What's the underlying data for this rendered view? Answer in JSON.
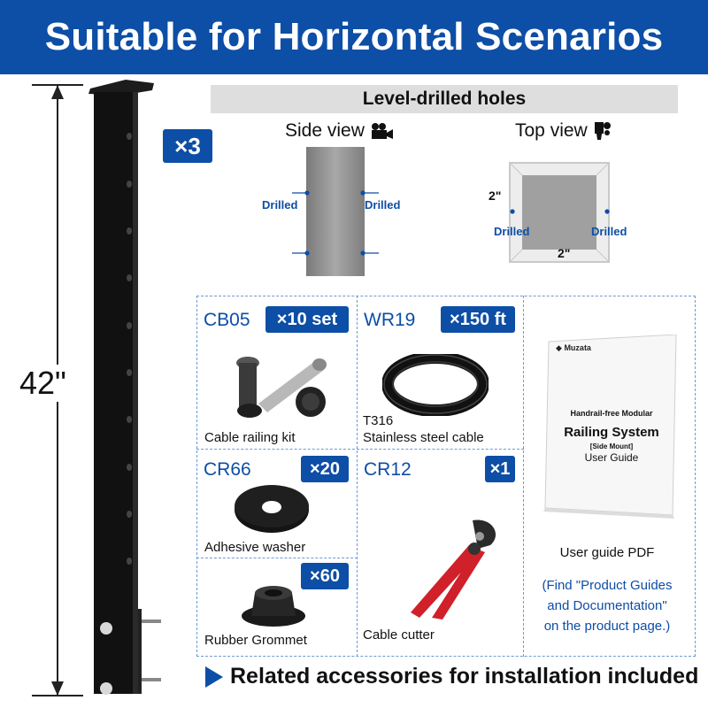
{
  "banner": {
    "title": "Suitable for Horizontal Scenarios"
  },
  "post": {
    "height_label": "42\"",
    "quantity_badge": "×3"
  },
  "holes": {
    "header": "Level-drilled holes",
    "side_view": {
      "title": "Side view",
      "icon": "video-camera-icon",
      "left_label": "Drilled",
      "right_label": "Drilled"
    },
    "top_view": {
      "title": "Top view",
      "icon": "overhead-camera-icon",
      "dim_vertical": "2\"",
      "dim_horizontal": "2\"",
      "left_label": "Drilled",
      "right_label": "Drilled"
    }
  },
  "accessories": [
    {
      "code": "CB05",
      "qty": "×10 set",
      "caption": "Cable railing kit"
    },
    {
      "code": "WR19",
      "qty": "×150 ft",
      "caption_line1": "T316",
      "caption_line2": "Stainless steel cable"
    },
    {
      "code": "CR66",
      "qty": "×20",
      "caption": "Adhesive washer"
    },
    {
      "code": "CR12",
      "qty": "×1",
      "caption": "Cable cutter"
    },
    {
      "code": "",
      "qty": "×60",
      "caption": "Rubber Grommet"
    }
  ],
  "user_guide": {
    "brand": "Muzata",
    "doc_line1": "Handrail-free Modular",
    "doc_line2": "Railing System",
    "doc_line3": "[Side Mount]",
    "doc_line4": "User Guide",
    "caption": "User guide PDF",
    "note_line1": "(Find \"Product Guides",
    "note_line2": "and Documentation\"",
    "note_line3": "on the product page.)"
  },
  "footer": {
    "text": "Related accessories for installation included"
  },
  "colors": {
    "brand_blue": "#0d4ea6",
    "header_grey": "#dedede",
    "post_black": "#111111",
    "cutter_red": "#d0202a"
  }
}
